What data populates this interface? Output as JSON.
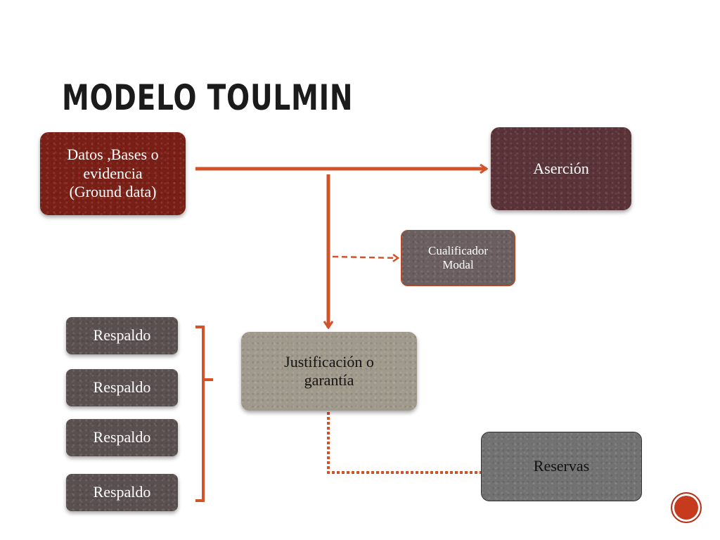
{
  "slide": {
    "title": "MODELO TOULMIN"
  },
  "nodes": {
    "datos": {
      "lines": [
        "Datos ,Bases o",
        "evidencia",
        "(Ground data)"
      ]
    },
    "asercion": {
      "label": "Aserción"
    },
    "cualificador": {
      "lines": [
        "Cualificador",
        "Modal"
      ]
    },
    "justificacion": {
      "lines": [
        "Justificación o",
        "garantía"
      ]
    },
    "reservas": {
      "label": "Reservas"
    },
    "respaldos": [
      "Respaldo",
      "Respaldo",
      "Respaldo",
      "Respaldo"
    ]
  },
  "colors": {
    "accent": "#d2532a",
    "datos": "#7a1f16",
    "asercion": "#5a3338",
    "cualificador": "#6b5f60",
    "justificacion": "#a09a8c",
    "reservas": "#727272",
    "respaldo": "#5a5050"
  },
  "navigation": {
    "icon": "circle-nav-icon"
  }
}
